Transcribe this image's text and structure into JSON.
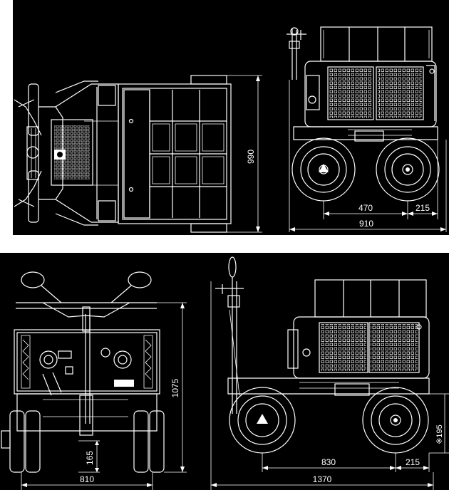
{
  "views": {
    "top": {
      "dim_width": "990"
    },
    "right_side": {
      "dim_wheelbase": "470",
      "dim_rear_overhang": "215",
      "dim_overall_length": "910"
    },
    "rear": {
      "dim_height": "1075",
      "dim_ground_clearance": "165",
      "dim_overall_width": "810"
    },
    "left_side": {
      "dim_wheelbase": "830",
      "dim_rear_overhang": "215",
      "dim_overall_length": "1370",
      "dim_note_height": "※195"
    }
  }
}
